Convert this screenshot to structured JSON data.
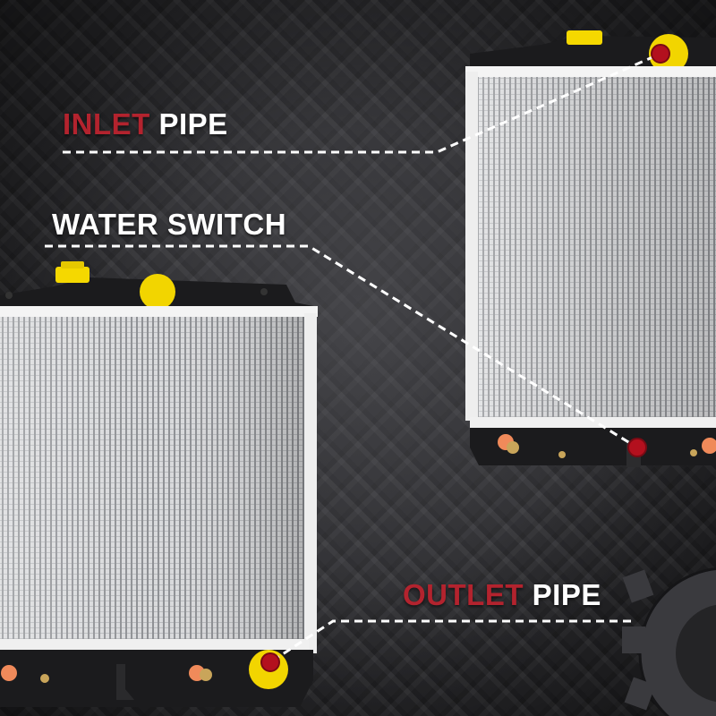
{
  "callouts": {
    "inlet": {
      "accent": "INLET",
      "rest": " PIPE"
    },
    "water_switch": {
      "label": "WATER SWITCH"
    },
    "outlet": {
      "accent": "OUTLET",
      "rest": " PIPE"
    }
  },
  "colors": {
    "accent_red": "#b3232e",
    "label_white": "#ffffff",
    "cap_yellow": "#f5d800",
    "marker_red": "#b3101e",
    "background": "#2a2a2d"
  },
  "icons": {
    "marker": "red-dot-marker",
    "gear": "gear-icon"
  }
}
